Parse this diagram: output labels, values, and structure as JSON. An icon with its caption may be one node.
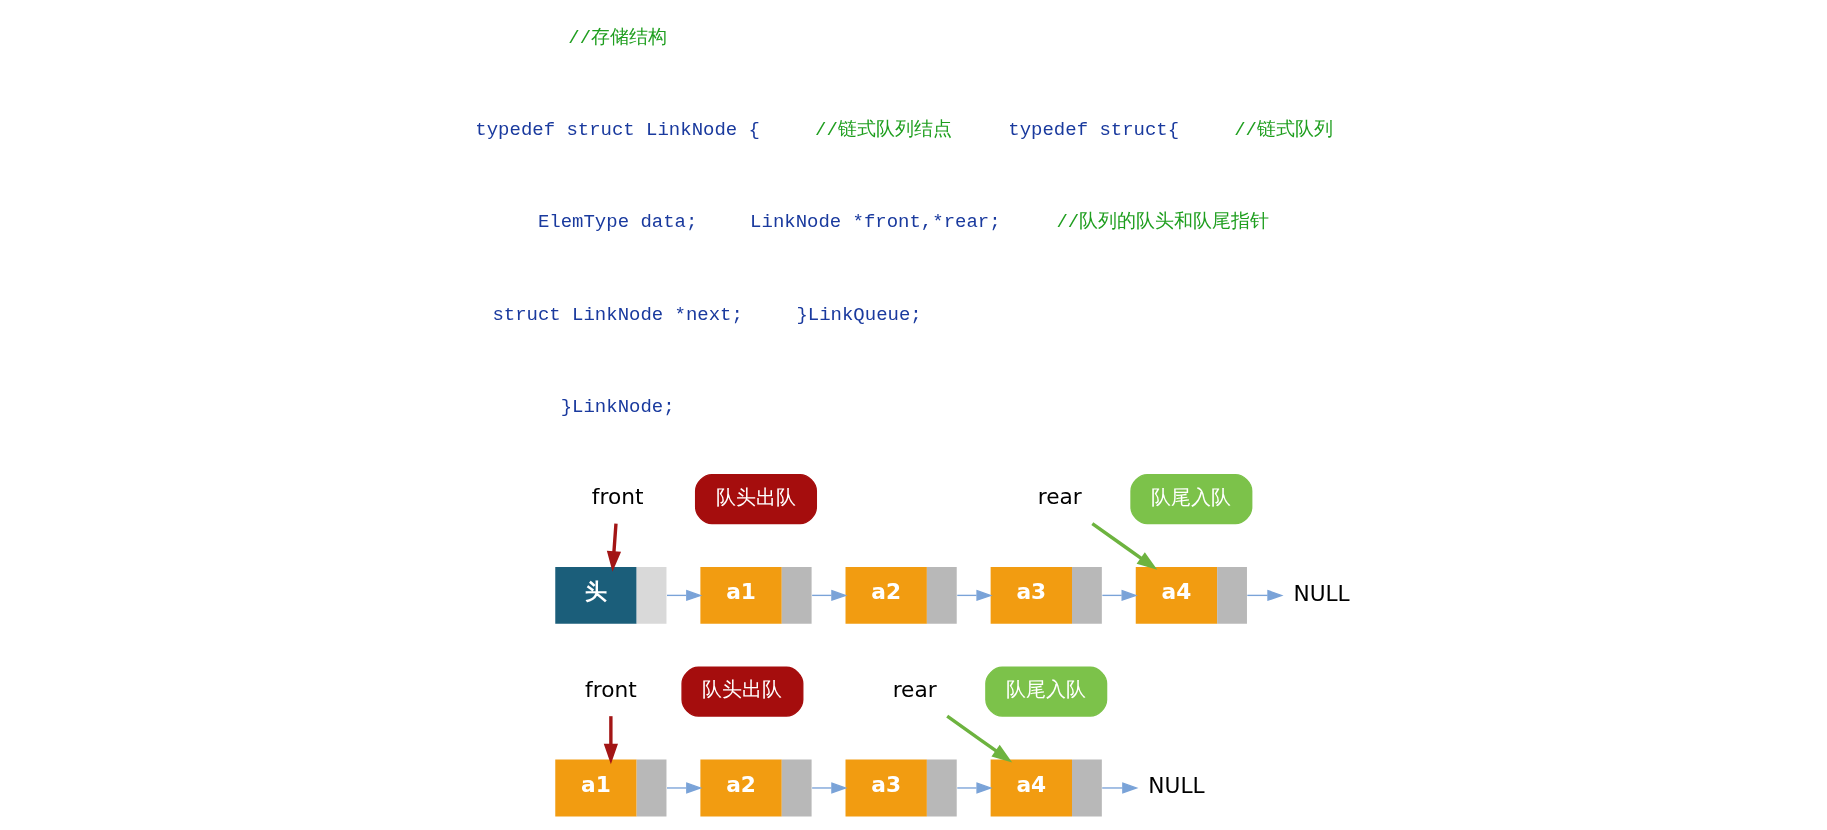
{
  "diagram": {
    "nodes": [
      {
        "text": [
          "front"
        ]
      },
      {
        "text": [
          "队头出队"
        ]
      },
      {
        "text": [
          "rear"
        ]
      },
      {
        "text": [
          "队尾入队"
        ]
      },
      {
        "text": [
          "头"
        ]
      },
      {
        "text": [
          "a1"
        ]
      },
      {
        "text": [
          "a2"
        ]
      },
      {
        "text": [
          "a3"
        ]
      },
      {
        "text": [
          "a4"
        ]
      },
      {
        "text": [
          "NULL"
        ]
      },
      {
        "text": [
          "front"
        ]
      },
      {
        "text": [
          "队头出队"
        ]
      },
      {
        "text": [
          "rear"
        ]
      },
      {
        "text": [
          "队尾入队"
        ]
      },
      {
        "text": [
          "a1"
        ]
      },
      {
        "text": [
          "a2"
        ]
      },
      {
        "text": [
          "a3"
        ]
      },
      {
        "text": [
          "a4"
        ]
      },
      {
        "text": [
          "NULL"
        ]
      }
    ],
    "edges": [
      {
        "from": 0,
        "to": 4,
        "arrow": "to",
        "color": "#a31515"
      },
      {
        "from": 4,
        "to": 5,
        "arrow": "to"
      },
      {
        "from": 5,
        "to": 6,
        "arrow": "to"
      },
      {
        "from": 6,
        "to": 7,
        "arrow": "to"
      },
      {
        "from": 7,
        "to": 8,
        "arrow": "to"
      },
      {
        "from": 8,
        "to": 9,
        "arrow": "to"
      },
      {
        "from": 2,
        "to": 8,
        "arrow": "to",
        "color": "#6db33f"
      },
      {
        "from": 10,
        "to": 14,
        "arrow": "to",
        "color": "#a31515"
      },
      {
        "from": 14,
        "to": 15,
        "arrow": "to"
      },
      {
        "from": 15,
        "to": 16,
        "arrow": "to"
      },
      {
        "from": 16,
        "to": 17,
        "arrow": "to"
      },
      {
        "from": 17,
        "to": 18,
        "arrow": "to"
      },
      {
        "from": 12,
        "to": 17,
        "arrow": "to",
        "color": "#6db33f"
      }
    ],
    "labels": [
      "//存储结构",
      "typedef struct LinkNode {",
      "//链式队列结点",
      "typedef struct{",
      "//链式队列",
      "ElemType data;",
      "LinkNode *front,*rear;",
      "//队列的队头和队尾指针",
      "struct LinkNode *next;",
      "}LinkQueue;",
      "}LinkNode;"
    ]
  }
}
